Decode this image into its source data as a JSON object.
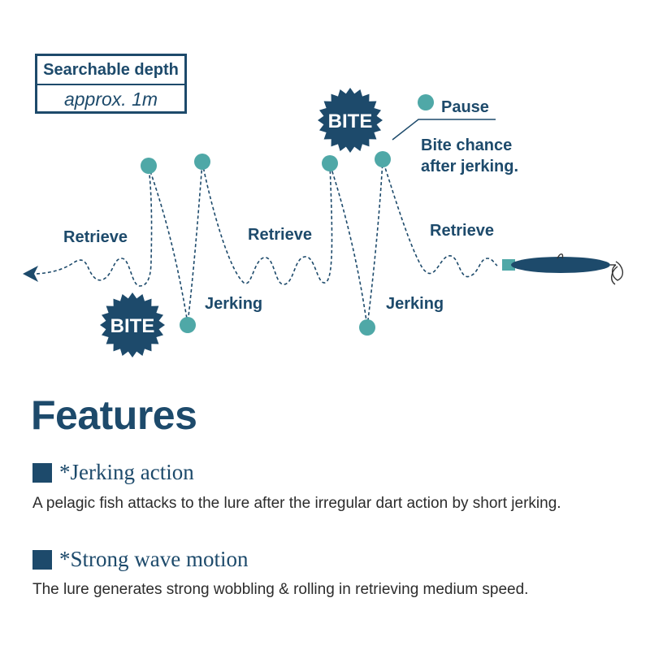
{
  "diagram": {
    "depth_box": {
      "title": "Searchable depth",
      "value": "approx. 1m"
    },
    "labels": {
      "retrieve_1": "Retrieve",
      "retrieve_2": "Retrieve",
      "retrieve_3": "Retrieve",
      "jerking_1": "Jerking",
      "jerking_2": "Jerking",
      "pause": "Pause",
      "bite_chance_line1": "Bite chance",
      "bite_chance_line2": "after jerking.",
      "bite_1": "BITE",
      "bite_2": "BITE"
    },
    "icons": [
      "arrow-left-icon",
      "fishing-lure-icon",
      "bite-burst-icon",
      "pause-point-icon"
    ],
    "colors": {
      "navy": "#1d4a6b",
      "teal": "#4fa8a7",
      "text": "#2c2c2c"
    }
  },
  "features": {
    "title": "Features",
    "items": [
      {
        "name": "*Jerking action",
        "description": "A pelagic fish attacks to the lure after the irregular dart action by short jerking."
      },
      {
        "name": "*Strong wave motion",
        "description": "The lure generates strong wobbling & rolling in retrieving medium speed."
      }
    ]
  }
}
